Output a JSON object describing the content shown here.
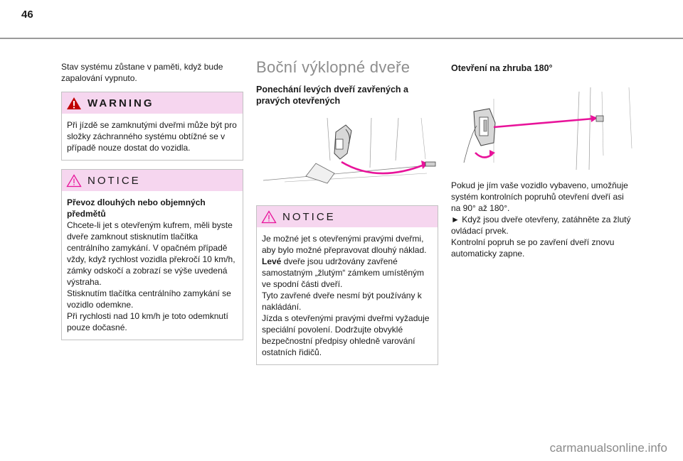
{
  "page": {
    "number": "46",
    "watermark": "carmanualsonline.info"
  },
  "col1": {
    "intro": "Stav systému zůstane v paměti, když bude zapalování vypnuto.",
    "warning": {
      "label": "WARNING",
      "body": "Při jízdě se zamknutými dveřmi může být pro složky záchranného systému obtížné se v případě nouze dostat do vozidla."
    },
    "notice": {
      "label": "NOTICE",
      "title": "Převoz dlouhých nebo objemných předmětů",
      "lines": [
        "Chcete-li jet s otevřeným kufrem, měli byste dveře zamknout stisknutím tlačítka centrálního zamykání. V opačném případě vždy, když rychlost vozidla překročí 10 km/h, zámky odskočí a zobrazí se výše uvedená výstraha.",
        "Stisknutím tlačítka centrálního zamykání se vozidlo odemkne.",
        "Při rychlosti nad 10 km/h je toto odemknutí pouze dočasné."
      ]
    }
  },
  "col2": {
    "heading": "Boční výklopné dveře",
    "subheading": "Ponechání levých dveří zavřených a pravých otevřených",
    "notice": {
      "label": "NOTICE",
      "p1": "Je možné jet s otevřenými pravými dveřmi, aby bylo možné přepravovat dlouhý náklad.",
      "p2_bold": "Levé",
      "p2_rest": " dveře jsou udržovány zavřené samostatným „žlutým“ zámkem umístěným ve spodní části dveří.",
      "p3": "Tyto zavřené dveře nesmí být používány k nakládání.",
      "p4": "Jízda s otevřenými pravými dveřmi vyžaduje speciální povolení. Dodržujte obvyklé bezpečnostní předpisy ohledně varování ostatních řidičů."
    }
  },
  "col3": {
    "subheading": "Otevření na zhruba 180°",
    "lines": [
      "Pokud je jím vaše vozidlo vybaveno, umožňuje systém kontrolních popruhů otevření dveří asi na 90° až 180°.",
      "► Když jsou dveře otevřeny, zatáhněte za žlutý ovládací prvek.",
      "Kontrolní popruh se po zavření dveří znovu automaticky zapne."
    ]
  },
  "colors": {
    "notice_header_bg": "#f6d6ef",
    "accent_magenta": "#e8139a",
    "heading_grey": "#8d8d8d",
    "warning_triangle": "#c00000"
  }
}
